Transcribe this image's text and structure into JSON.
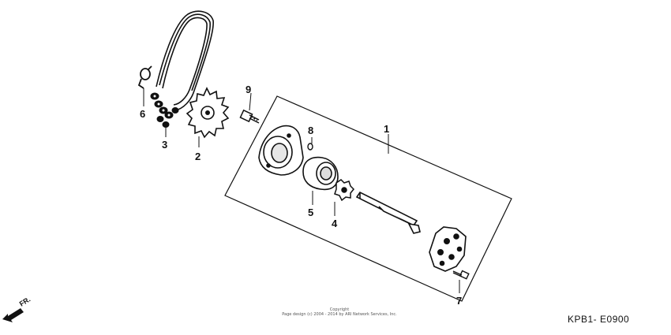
{
  "callouts": {
    "c1": "1",
    "c2": "2",
    "c3": "3",
    "c4": "4",
    "c5": "5",
    "c6": "6",
    "c7": "7",
    "c8": "8",
    "c9": "9"
  },
  "direction_label": "FR.",
  "copyright": {
    "line1": "Copyright",
    "line2": "Page design (c) 2004 - 2014 by ARI Network Services, Inc."
  },
  "diagram_code": "KPB1- E0900"
}
